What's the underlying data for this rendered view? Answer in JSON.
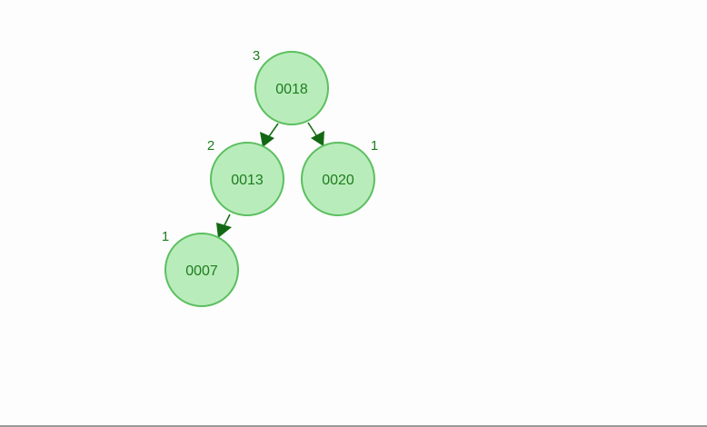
{
  "tree": {
    "nodes": [
      {
        "id": "n18",
        "key": "0018",
        "height": "3"
      },
      {
        "id": "n13",
        "key": "0013",
        "height": "2"
      },
      {
        "id": "n20",
        "key": "0020",
        "height": "1"
      },
      {
        "id": "n07",
        "key": "0007",
        "height": "1"
      }
    ],
    "edges": [
      {
        "from": "n18",
        "to": "n13"
      },
      {
        "from": "n18",
        "to": "n20"
      },
      {
        "from": "n13",
        "to": "n07"
      }
    ]
  },
  "colors": {
    "node_fill": "#b9ecbb",
    "node_stroke": "#5cbf60",
    "text": "#1e7d1e",
    "edge": "#136913",
    "background": "#fdfdfd"
  }
}
